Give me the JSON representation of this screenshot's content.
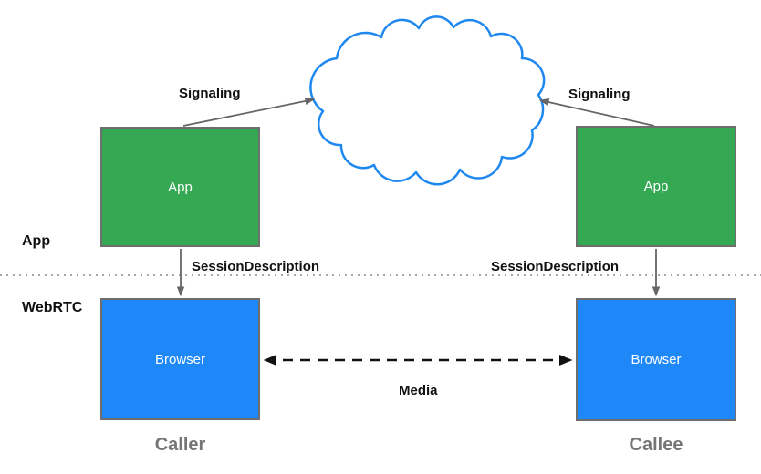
{
  "colors": {
    "app_fill": "#35a853",
    "browser_fill": "#1f88f8",
    "cloud_stroke": "#1e88ef",
    "box_border": "#6e6e6e",
    "connector": "#666666",
    "media": "#111111",
    "divider": "#8a8a8a",
    "label": "#111111",
    "caption": "#757575",
    "box_text": "#ffffff"
  },
  "icons": {
    "cloud": "cloud-icon"
  },
  "layers": {
    "top": "App",
    "bottom": "WebRTC"
  },
  "nodes": {
    "caller_app": {
      "label": "App"
    },
    "callee_app": {
      "label": "App"
    },
    "caller_browser": {
      "label": "Browser"
    },
    "callee_browser": {
      "label": "Browser"
    }
  },
  "edges": {
    "signaling_left": {
      "label": "Signaling"
    },
    "signaling_right": {
      "label": "Signaling"
    },
    "session_left": {
      "label": "SessionDescription"
    },
    "session_right": {
      "label": "SessionDescription"
    },
    "media": {
      "label": "Media"
    }
  },
  "captions": {
    "caller": "Caller",
    "callee": "Callee"
  }
}
